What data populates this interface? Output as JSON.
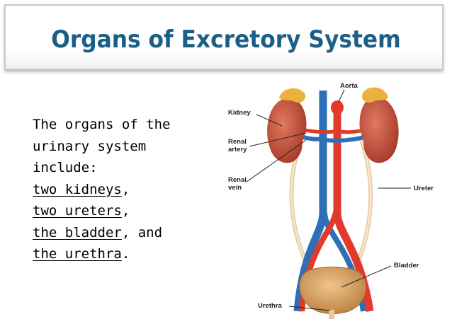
{
  "slide": {
    "title": "Organs of Excretory System",
    "intro_lines": [
      "The organs of the",
      "urinary system",
      "include:"
    ],
    "items": [
      {
        "text": "two kidneys",
        "suffix": ","
      },
      {
        "text": "two ureters",
        "suffix": ","
      },
      {
        "text": "the bladder",
        "suffix": ", and"
      },
      {
        "text": "the urethra",
        "suffix": "."
      }
    ]
  },
  "diagram": {
    "labels": {
      "aorta": "Aorta",
      "kidney": "Kidney",
      "renal_artery_1": "Renal",
      "renal_artery_2": "artery",
      "renal_vein_1": "Renal",
      "renal_vein_2": "vein",
      "ureter": "Ureter",
      "bladder": "Bladder",
      "urethra": "Urethra"
    },
    "colors": {
      "title": "#1a5f86",
      "kidney": "#c9503a",
      "adrenal": "#e8b23c",
      "artery": "#e23a2a",
      "vein": "#2f6fb8",
      "ureter": "#f0d9b4",
      "bladder": "#d6a56a"
    }
  }
}
